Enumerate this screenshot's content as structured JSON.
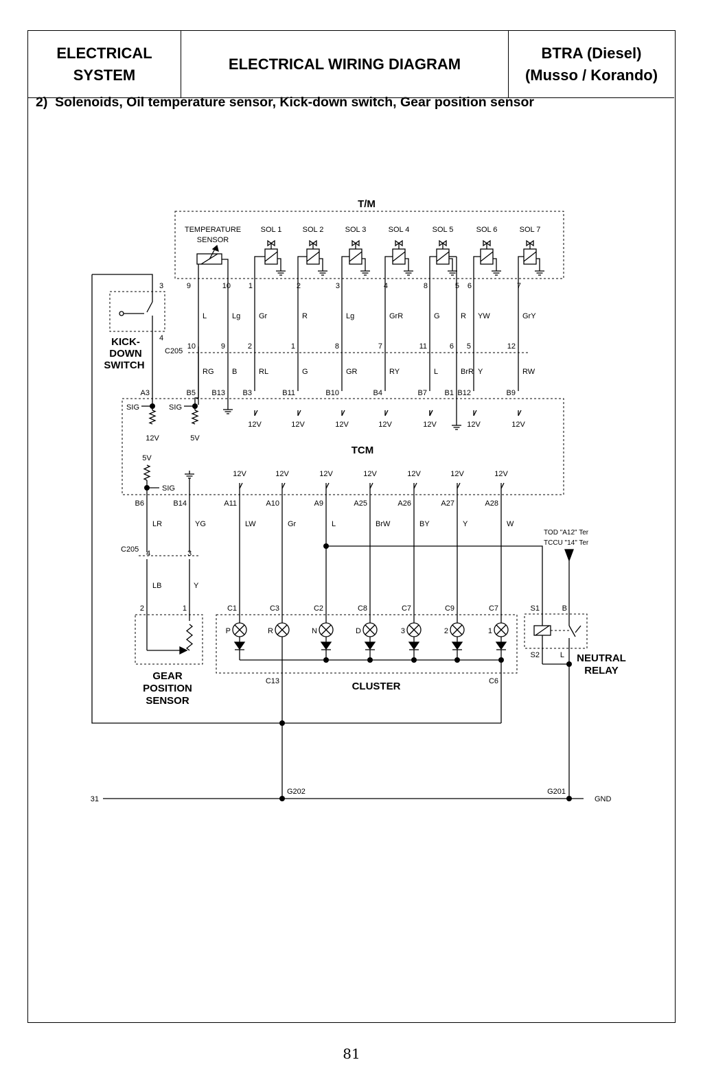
{
  "header": {
    "section": "ELECTRICAL\nSYSTEM",
    "title": "ELECTRICAL WIRING DIAGRAM",
    "model": "BTRA (Diesel)\n(Musso / Korando)"
  },
  "subtitle": "2)  Solenoids, Oil temperature sensor, Kick-down switch, Gear position sensor",
  "diagram": {
    "tm_label": "T/M",
    "temp_sensor": [
      "TEMPERATURE",
      "SENSOR"
    ],
    "solenoids": [
      "SOL 1",
      "SOL 2",
      "SOL 3",
      "SOL 4",
      "SOL 5",
      "SOL 6",
      "SOL 7"
    ],
    "tm_pins": [
      "9",
      "10",
      "1",
      "2",
      "3",
      "4",
      "8",
      "5",
      "6",
      "7"
    ],
    "tm_wires": [
      "L",
      "Lg",
      "Gr",
      "R",
      "Lg",
      "GrR",
      "G",
      "R",
      "YW",
      "GrY"
    ],
    "c205_label": "C205",
    "c205_pins": [
      "10",
      "9",
      "2",
      "1",
      "8",
      "7",
      "11",
      "6",
      "5",
      "12"
    ],
    "tcm_wires_top": [
      "RG",
      "B",
      "RL",
      "G",
      "GR",
      "RY",
      "L",
      "BrR",
      "Y",
      "RW"
    ],
    "tcm_pins_top": [
      "A3",
      "B5",
      "B13",
      "B3",
      "B11",
      "B10",
      "B4",
      "B7",
      "B1",
      "B12",
      "B9"
    ],
    "kickdown": {
      "pin_top": "3",
      "pin_bottom": "4",
      "label": [
        "KICK-",
        "DOWN",
        "SWITCH"
      ]
    },
    "tcm_label": "TCM",
    "sig": "SIG",
    "v12": "12V",
    "v5": "5V",
    "tcm_pins_bottom": [
      "B6",
      "B14",
      "A11",
      "A10",
      "A9",
      "A25",
      "A26",
      "A27",
      "A28"
    ],
    "tcm_wires_bottom": [
      "LR",
      "YG",
      "LW",
      "Gr",
      "L",
      "BrW",
      "BY",
      "Y",
      "W"
    ],
    "c205b_pins": [
      "4",
      "3"
    ],
    "gps_wires": [
      "LB",
      "Y"
    ],
    "gps_pins": [
      "2",
      "1"
    ],
    "gps_label": [
      "GEAR",
      "POSITION",
      "SENSOR"
    ],
    "cluster_pins": [
      "C1",
      "C3",
      "C2",
      "C8",
      "C7",
      "C9",
      "C7"
    ],
    "lamps": [
      "P",
      "R",
      "N",
      "D",
      "3",
      "2",
      "1"
    ],
    "cluster_bottom_pins": [
      "C13",
      "C6"
    ],
    "cluster_label": "CLUSTER",
    "tod": [
      "TOD \"A12\" Ter",
      "TCCU \"14\" Ter"
    ],
    "relay_pins": [
      "S1",
      "B",
      "S2",
      "L"
    ],
    "relay_label": [
      "NEUTRAL",
      "RELAY"
    ],
    "ground": {
      "left": "31",
      "g202": "G202",
      "g201": "G201",
      "gnd": "GND"
    }
  },
  "page_number": "81"
}
